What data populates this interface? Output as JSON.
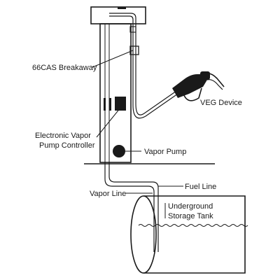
{
  "labels": {
    "breakaway": "66CAS Breakaway",
    "veg_device": "VEG Device",
    "controller_line1": "Electronic Vapor",
    "controller_line2": "Pump Controller",
    "vapor_pump": "Vapor Pump",
    "fuel_line": "Fuel Line",
    "vapor_line": "Vapor Line",
    "tank_line1": "Underground",
    "tank_line2": "Storage Tank"
  }
}
